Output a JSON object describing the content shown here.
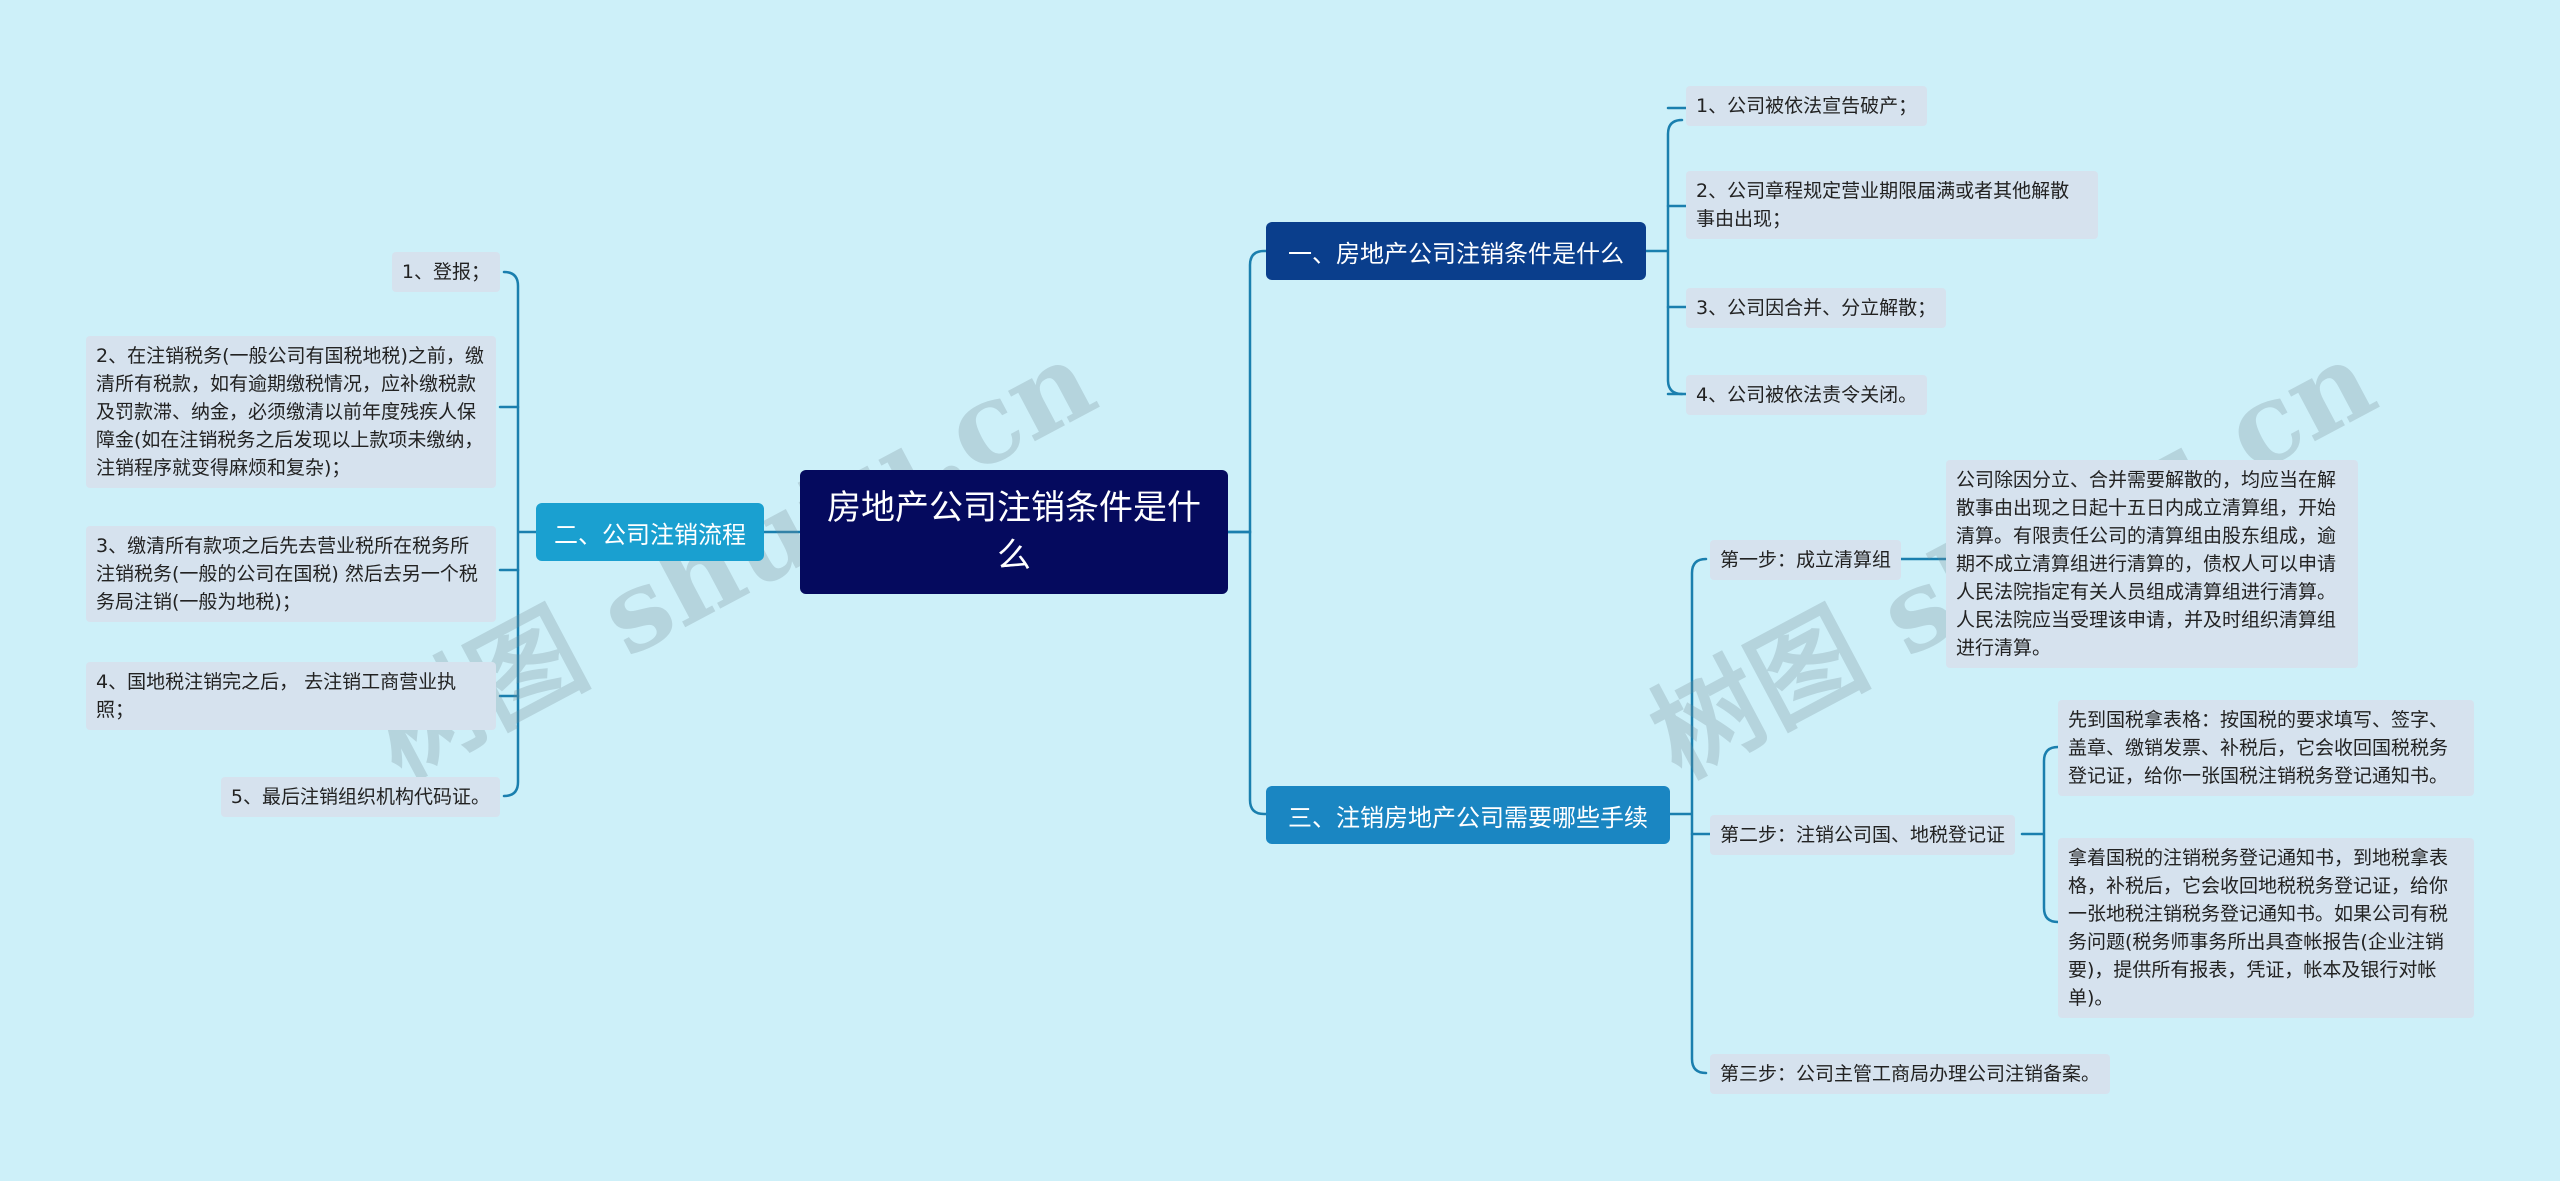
{
  "colors": {
    "background": "#cdf0f9",
    "root": "#050a5e",
    "branch_dark": "#0a3e8c",
    "branch_mid": "#1a86c2",
    "branch_left": "#1aa0d0",
    "leaf": "#d6e2ee",
    "connector": "#1a7fae"
  },
  "root": {
    "title": "房地产公司注销条件是什么"
  },
  "branch1": {
    "label": "一、房地产公司注销条件是什么",
    "items": [
      "1、公司被依法宣告破产；",
      "2、公司章程规定营业期限届满或者其他解散事由出现；",
      "3、公司因合并、分立解散；",
      "4、公司被依法责令关闭。"
    ]
  },
  "branch2": {
    "label": "二、公司注销流程",
    "items": [
      "1、登报；",
      "2、在注销税务(一般公司有国税地税)之前，缴清所有税款，如有逾期缴税情况，应补缴税款及罚款滞、纳金，必须缴清以前年度残疾人保障金(如在注销税务之后发现以上款项未缴纳，注销程序就变得麻烦和复杂)；",
      "3、缴清所有款项之后先去营业税所在税务所注销税务(一般的公司在国税) 然后去另一个税务局注销(一般为地税)；",
      "4、国地税注销完之后， 去注销工商营业执照；",
      "5、最后注销组织机构代码证。"
    ]
  },
  "branch3": {
    "label": "三、注销房地产公司需要哪些手续",
    "step1": {
      "label": "第一步：成立清算组",
      "detail": "公司除因分立、合并需要解散的，均应当在解散事由出现之日起十五日内成立清算组，开始清算。有限责任公司的清算组由股东组成，逾期不成立清算组进行清算的，债权人可以申请人民法院指定有关人员组成清算组进行清算。人民法院应当受理该申请，并及时组织清算组进行清算。"
    },
    "step2": {
      "label": "第二步：注销公司国、地税登记证",
      "details": [
        "先到国税拿表格：按国税的要求填写、签字、盖章、缴销发票、补税后，它会收回国税税务登记证，给你一张国税注销税务登记通知书。",
        "拿着国税的注销税务登记通知书，到地税拿表格，补税后，它会收回地税税务登记证，给你一张地税注销税务登记通知书。如果公司有税务问题(税务师事务所出具查帐报告(企业注销要)，提供所有报表，凭证，帐本及银行对帐单)。"
      ]
    },
    "step3": {
      "label": "第三步：公司主管工商局办理公司注销备案。"
    }
  },
  "watermark": {
    "text": "树图 shutu.cn"
  }
}
